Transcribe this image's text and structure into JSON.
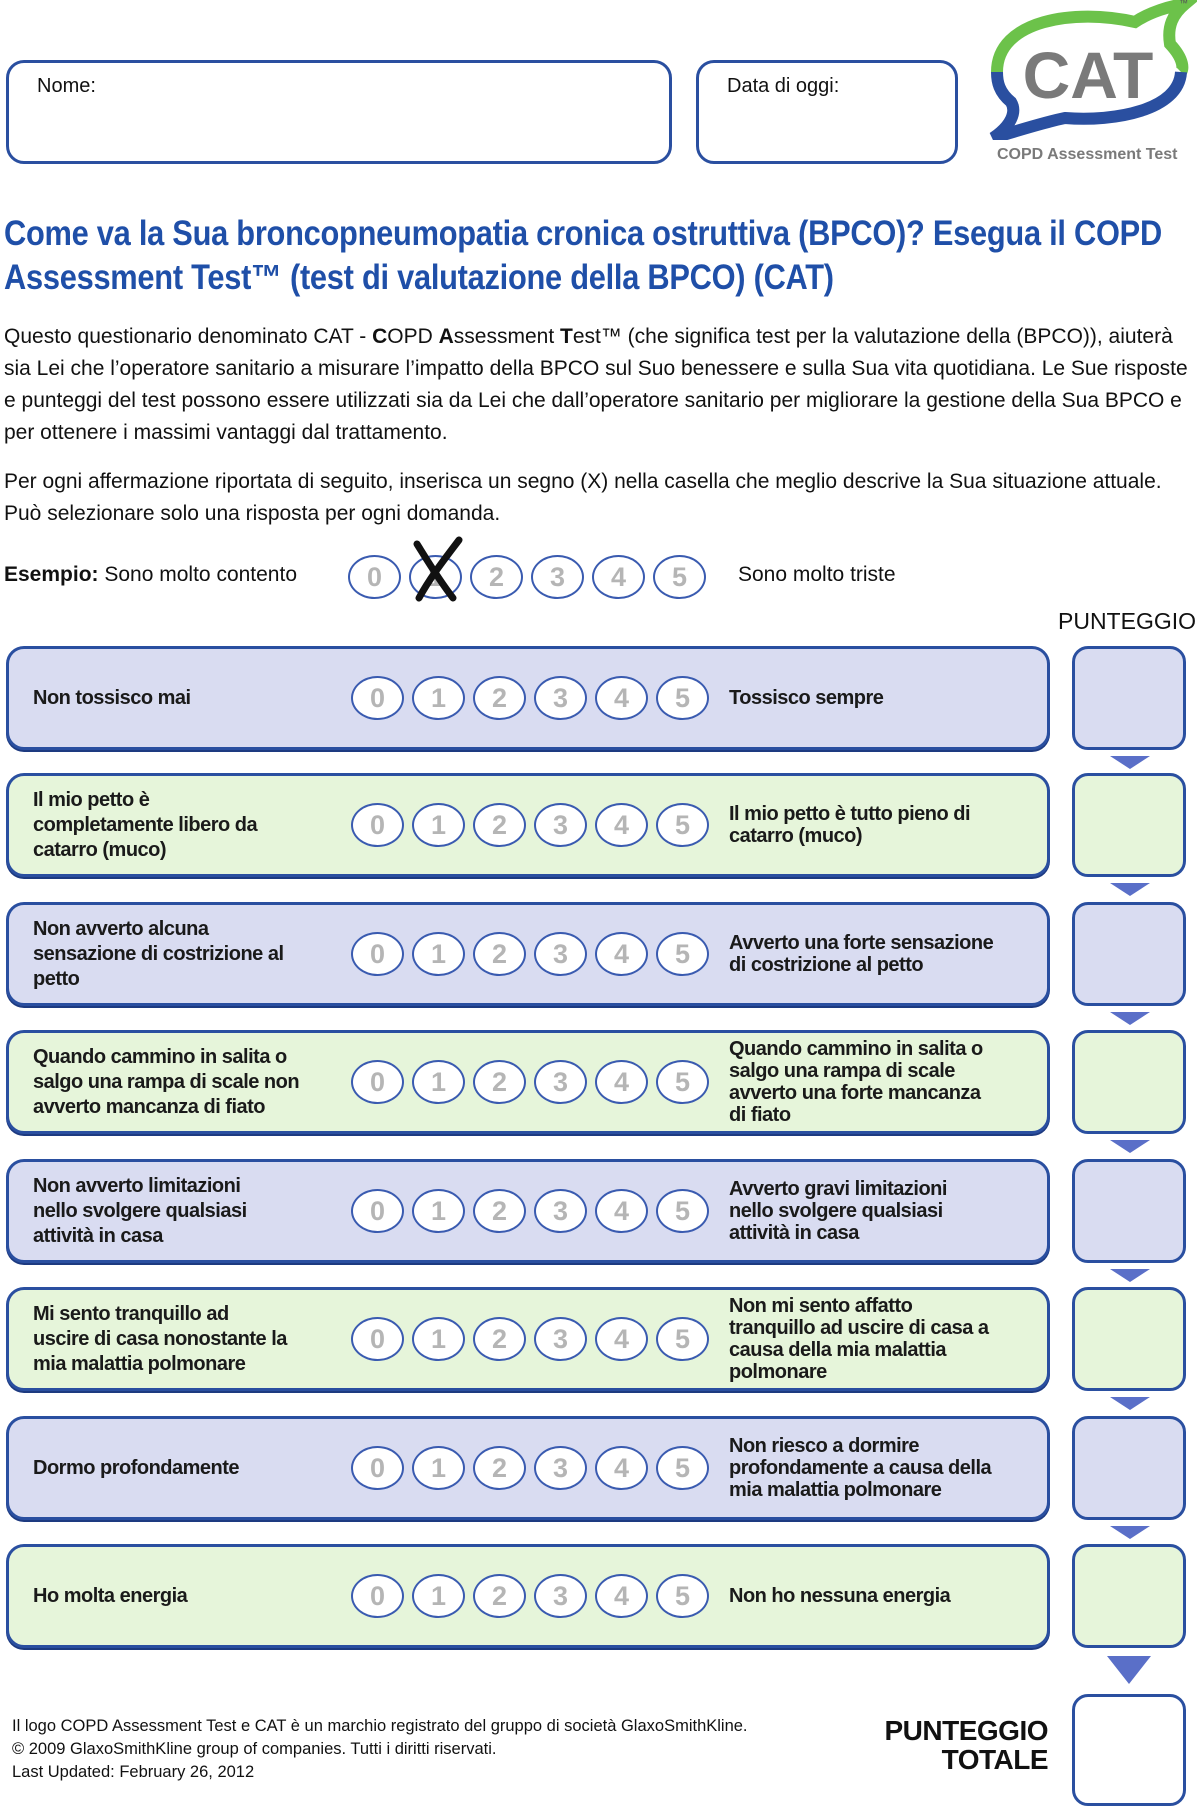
{
  "header": {
    "name_label": "Nome:",
    "date_label": "Data di oggi:",
    "logo": {
      "text": "CAT",
      "subtitle": "COPD Assessment Test",
      "tm": "™",
      "colors": {
        "green": "#6cc24a",
        "blue": "#2a4fa0",
        "gray": "#7a7a7a"
      }
    }
  },
  "title": "Come va la Sua broncopneumopatia cronica ostruttiva (BPCO)? Esegua il COPD Assessment Test™ (test di valutazione della BPCO) (CAT)",
  "intro": {
    "p1_before": "Questo questionario denominato CAT - ",
    "p1_c": "C",
    "p1_opd": "OPD ",
    "p1_a": "A",
    "p1_ssessment": "ssessment ",
    "p1_t": "T",
    "p1_after": "est™ (che significa test per la valutazione della (BPCO)), aiuterà sia Lei che l’operatore sanitario a misurare l’impatto della BPCO sul Suo benessere e sulla Sua vita quotidiana. Le Sue risposte e punteggi del test possono essere utilizzati sia da Lei che dall’operatore sanitario per migliorare la gestione della Sua BPCO e per ottenere i massimi vantaggi dal trattamento.",
    "p2": "Per ogni affermazione riportata di seguito, inserisca un segno (X) nella casella che meglio descrive la Sua situazione attuale. Può selezionare solo una risposta per ogni domanda."
  },
  "example": {
    "label": "Esempio:",
    "left": "Sono molto contento",
    "right": "Sono molto triste",
    "selected": 1,
    "mark": "X"
  },
  "scale": [
    "0",
    "1",
    "2",
    "3",
    "4",
    "5"
  ],
  "score_header": "PUNTEGGIO",
  "questions": [
    {
      "left": "Non tossisco mai",
      "right": "Tossisco sempre",
      "color": "blue"
    },
    {
      "left": "Il mio petto è\ncompletamente libero da\ncatarro (muco)",
      "right": "Il mio petto è tutto pieno di\ncatarro (muco)",
      "color": "green"
    },
    {
      "left": "Non avverto alcuna\nsensazione di costrizione al\npetto",
      "right": "Avverto una forte sensazione\ndi costrizione al petto",
      "color": "blue"
    },
    {
      "left": "Quando cammino in salita o\nsalgo una rampa di scale non\navverto mancanza di fiato",
      "right": "Quando cammino in salita o\nsalgo una rampa di scale\navverto una forte mancanza\ndi fiato",
      "color": "green"
    },
    {
      "left": "Non avverto limitazioni\nnello svolgere qualsiasi\nattività in casa",
      "right": "Avverto gravi limitazioni\nnello svolgere qualsiasi\nattività in casa",
      "color": "blue"
    },
    {
      "left": "Mi sento tranquillo ad\nuscire di casa nonostante la\nmia malattia polmonare",
      "right": "Non mi sento affatto\ntranquillo ad uscire di casa a\ncausa della mia malattia\npolmonare",
      "color": "green"
    },
    {
      "left": "Dormo profondamente",
      "right": "Non riesco a dormire\nprofondamente a causa della\nmia malattia polmonare",
      "color": "blue"
    },
    {
      "left": "Ho molta energia",
      "right": "Non ho nessuna energia",
      "color": "green"
    }
  ],
  "total": {
    "label_line1": "PUNTEGGIO",
    "label_line2": "TOTALE"
  },
  "footer": {
    "line1": "Il logo COPD Assessment Test e CAT è un marchio registrato del gruppo di società GlaxoSmithKline.",
    "line2": "© 2009 GlaxoSmithKline group of companies. Tutti i diritti riservati.",
    "line3": "Last Updated: February 26, 2012"
  }
}
